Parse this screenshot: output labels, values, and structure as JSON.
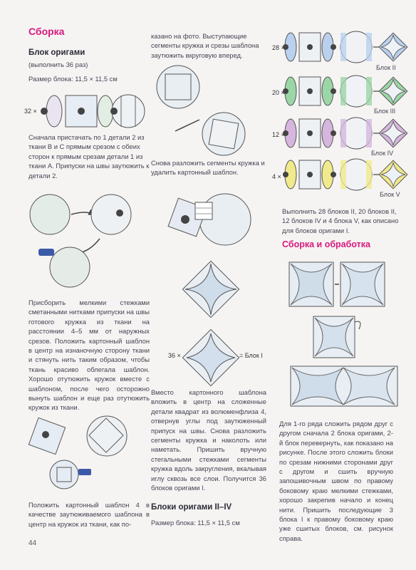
{
  "left": {
    "heading": "Сборка",
    "block_title": "Блок оригами",
    "block_note": "(выполнить 36 раз)",
    "block_size": "Размер блока: 11,5 × 11,5 см",
    "mult_32": "32 ×",
    "text1": "Сначала пристачать по 1 детали 2 из ткани B и C прямым срезом с обеих сторон к прямым срезам детали 1 из ткани A. Припуски на швы заутюжить к детали 2.",
    "text2": "Присборить мелкими стежками сметанными нитками припуски на швы готового кружка из ткани на расстоянии 4–5 мм от наружных срезов. Положить картонный шаблон в центр на изнаночную сторону ткани и стянуть нить таким образом, чтобы ткань красиво облегала шаблон. Хорошо отутюжить кружок вместе с шаблоном, после чего осторожно вынуть шаблон и еще раз отутюжить кружок из ткани.",
    "text3": "Положить картонный шаблон 4 в качестве заутюживаемого шаблона в центр на кружок из ткани, как по-",
    "page_number": "44"
  },
  "middle": {
    "text_top": "казано на фото. Выступающие сегменты кружка и срезы шаблона заутюжить вкруговую вперед.",
    "text_mid": "Снова разложить сегменты кружка и удалить картонный шаблон.",
    "mult_36": "36 ×",
    "equals_block": "= Блок I",
    "text_bottom": "Вместо картонного шаблона вложить в центр на сложенные детали квадрат из волюмен­флиза 4, отвернув углы под заутюженный припуск на швы. Снова разложить сегменты кружка и наколоть или наметать. Пришить вручную стегальными стежками сегменты кружка вдоль закругления, вкалывая иглу сквозь все слои. Получится 36 блоков оригами I.",
    "subheading": "Блоки оригами II–IV",
    "size": "Размер блока: 11,5 × 11,5 см"
  },
  "right": {
    "rows": [
      {
        "mult": "28 ×",
        "label": "Блок II"
      },
      {
        "mult": "20 ×",
        "label": "Блок III"
      },
      {
        "mult": "12 ×",
        "label": "Блок IV"
      },
      {
        "mult": "4 ×",
        "label": "Блок V"
      }
    ],
    "text1": "Выполнить 28 блоков II, 20 блоков II, 12 блоков IV и 4 блока V, как описано для блоков оригами I.",
    "heading2": "Сборка и обработка",
    "text2": "Для 1-го ряда сложить рядом друг с другом сначала 2 блока оригами, 2-й блок переверну­ть, как показано на рисунке. После этого сложить блоки по срезам нижними сторонами друг с другом и сшить вручную запошивочным швом по правому боковому краю мелкими стежками, хорошо закрепив начало и конец нити. Пришить последующие 3 блока I к правому боковому краю уже сшитых блоков, см. рисунок справа.",
    "c_pink": "#d8197e",
    "c_green": "#9bd6a6",
    "c_blue": "#b9d1ee",
    "c_lilac": "#d6b6de",
    "c_yellow": "#f1ea8c"
  }
}
